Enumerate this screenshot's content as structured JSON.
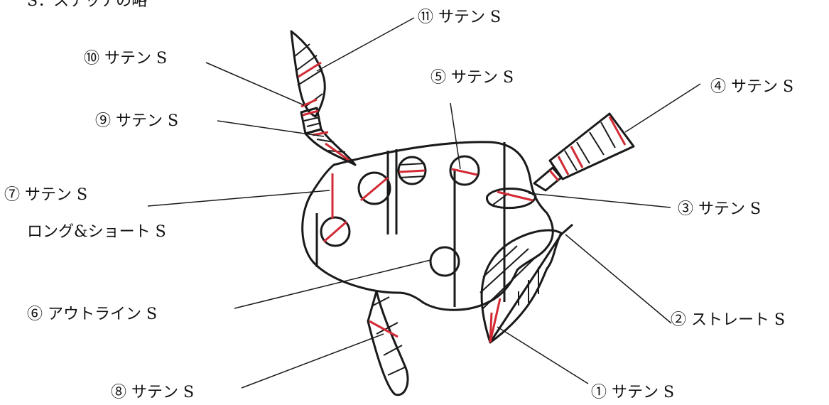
{
  "heading": "S：ステッチの略",
  "colors": {
    "outline": "#1a1a1a",
    "accent": "#d22b35",
    "background": "#ffffff"
  },
  "labels": {
    "l1": "① サテン S",
    "l2": "② ストレート S",
    "l3": "③ サテン S",
    "l4": "④ サテン S",
    "l5": "⑤ サテン S",
    "l6": "⑥ アウトライン S",
    "l7a": "⑦ サテン S",
    "l7b": "ロング&ショート S",
    "l8": "⑧ サテン S",
    "l9": "⑨ サテン S",
    "l10": "⑩ サテン S",
    "l11": "⑪ サテン S"
  }
}
